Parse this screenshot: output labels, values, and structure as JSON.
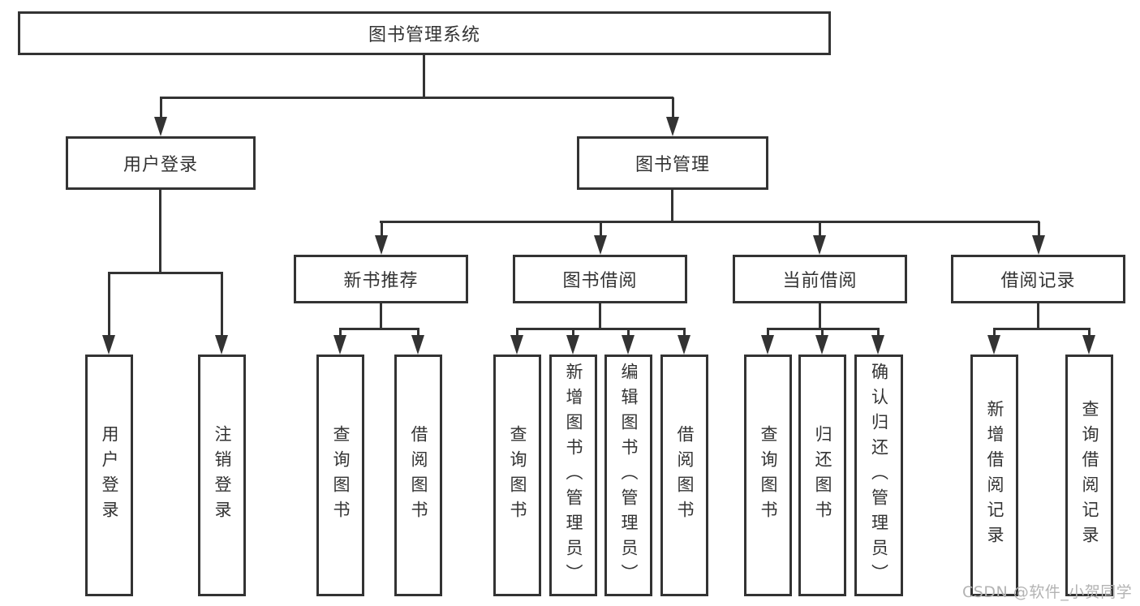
{
  "diagram": {
    "root": {
      "label": "图书管理系统"
    },
    "level2": [
      {
        "label": "用户登录"
      },
      {
        "label": "图书管理"
      }
    ],
    "level3": [
      {
        "label": "新书推荐"
      },
      {
        "label": "图书借阅"
      },
      {
        "label": "当前借阅"
      },
      {
        "label": "借阅记录"
      }
    ],
    "level4": [
      {
        "label": "用户登录"
      },
      {
        "label": "注销登录"
      },
      {
        "label": "查询图书"
      },
      {
        "label": "借阅图书"
      },
      {
        "label": "查询图书"
      },
      {
        "label": "新增图书（管理员）"
      },
      {
        "label": "编辑图书（管理员）"
      },
      {
        "label": "借阅图书"
      },
      {
        "label": "查询图书"
      },
      {
        "label": "归还图书"
      },
      {
        "label": "确认归还（管理员）"
      },
      {
        "label": "新增借阅记录"
      },
      {
        "label": "查询借阅记录"
      }
    ]
  },
  "watermark": {
    "text": "CSDN @软件_小贺同学"
  },
  "colors": {
    "line": "#333333",
    "text": "#333333",
    "background": "#ffffff",
    "watermark": "#b3b3b3"
  }
}
